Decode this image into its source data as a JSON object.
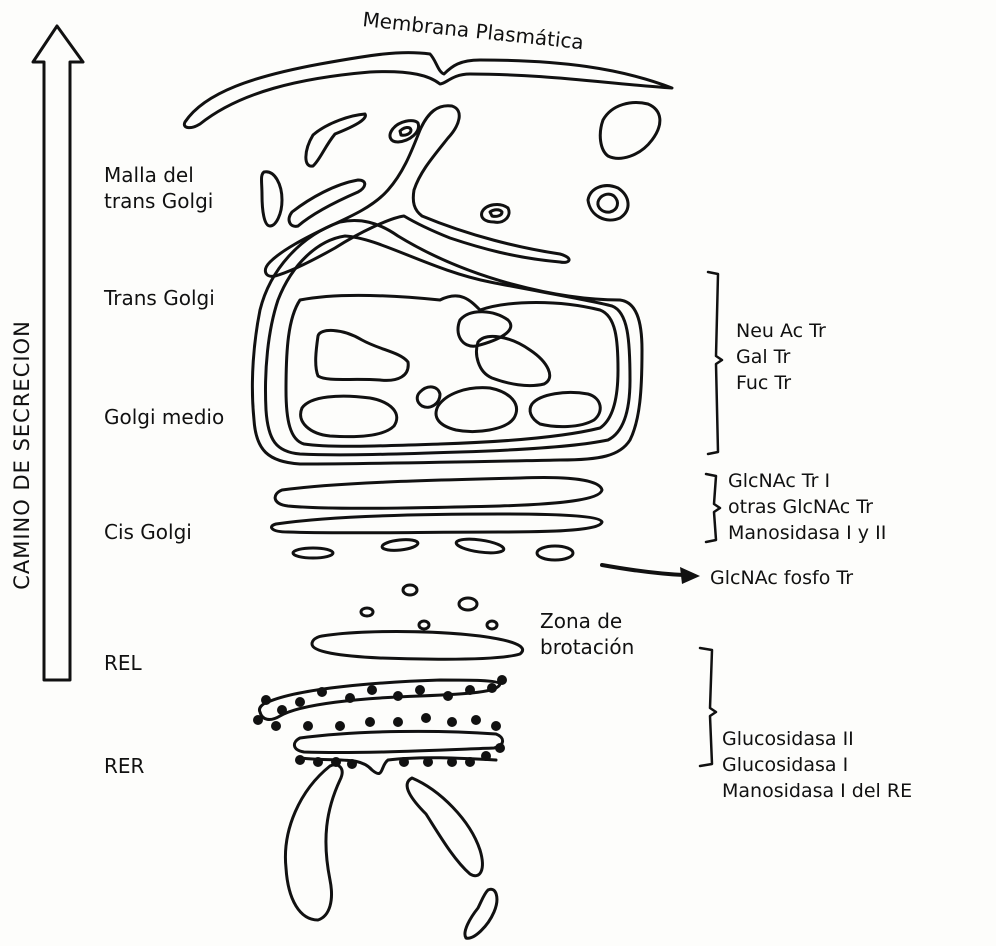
{
  "axis_label": "CAMINO   DE   SECRECION",
  "membrane_label": "Membrana Plasmática",
  "compartments": {
    "malla_line1": "Malla del",
    "malla_line2": "trans Golgi",
    "trans_golgi": "Trans Golgi",
    "golgi_medio": "Golgi medio",
    "cis_golgi": "Cis Golgi",
    "rel": "REL",
    "rer": "RER"
  },
  "budding_zone": {
    "line1": "Zona de",
    "line2": "brotación"
  },
  "enzymes": {
    "trans_medio": [
      "Neu Ac Tr",
      "Gal Tr",
      "Fuc Tr"
    ],
    "cis": [
      "GlcNAc Tr I",
      "otras GlcNAc Tr",
      "Manosidasa I y II"
    ],
    "cis_arrow_target": "GlcNAc fosfo Tr",
    "er": [
      "Glucosidasa II",
      "Glucosidasa I",
      "Manosidasa I del RE"
    ]
  }
}
